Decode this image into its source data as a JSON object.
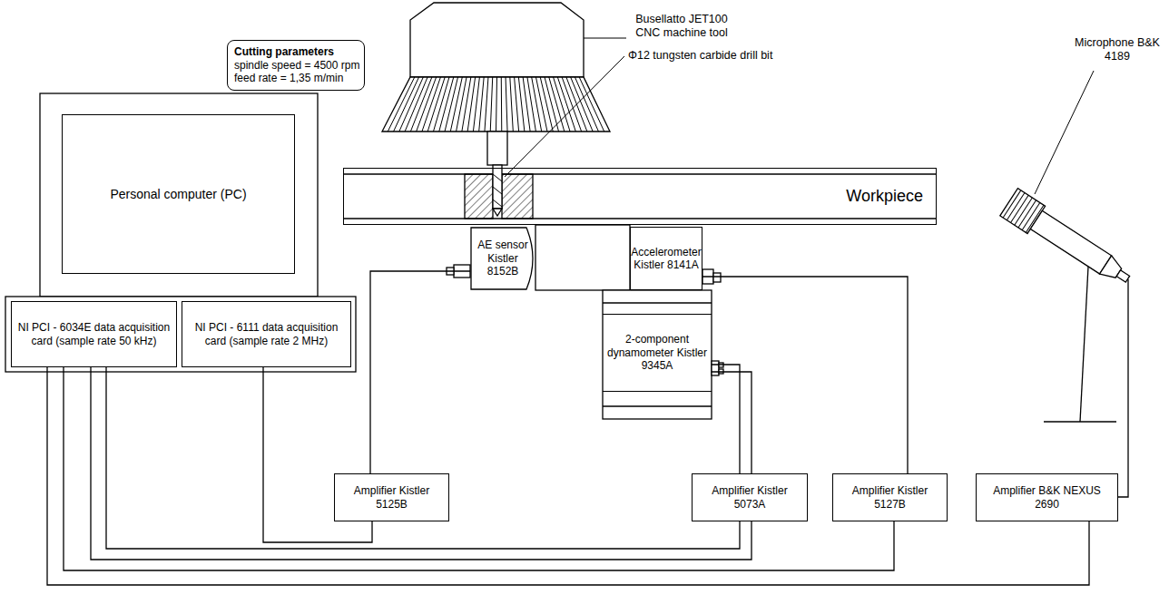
{
  "diagram": {
    "nodes": [
      {
        "text": [
          "Personal computer (PC)"
        ]
      },
      {
        "text": [
          "NI PCI - 6034E data acquisition card (sample rate 50 kHz)"
        ]
      },
      {
        "text": [
          "NI PCI - 6111 data acquisition card (sample rate 2 MHz)"
        ]
      },
      {
        "text": [
          "Cutting parameters",
          "spindle speed = 4500 rpm",
          "feed rate = 1,35 m/min"
        ]
      },
      {
        "text": [
          "Workpiece"
        ]
      },
      {
        "text": [
          "AE sensor Kistler 8152B"
        ]
      },
      {
        "text": [
          "Accelerometer Kistler 8141A"
        ]
      },
      {
        "text": [
          "2-component dynamometer Kistler 9345A"
        ]
      },
      {
        "text": [
          "Amplifier Kistler 5125B"
        ]
      },
      {
        "text": [
          "Amplifier Kistler 5073A"
        ]
      },
      {
        "text": [
          "Amplifier Kistler 5127B"
        ]
      },
      {
        "text": [
          "Amplifier B&K NEXUS 2690"
        ]
      }
    ],
    "edges": [
      {
        "from": 5,
        "to": 8,
        "arrow": "none"
      },
      {
        "from": 8,
        "to": 2,
        "arrow": "none"
      },
      {
        "from": 7,
        "to": 9,
        "arrow": "none"
      },
      {
        "from": 7,
        "to": 9,
        "arrow": "none"
      },
      {
        "from": 9,
        "to": 1,
        "arrow": "none"
      },
      {
        "from": 9,
        "to": 1,
        "arrow": "none"
      },
      {
        "from": 6,
        "to": 10,
        "arrow": "none"
      },
      {
        "from": 10,
        "to": 1,
        "arrow": "none"
      },
      {
        "from": 11,
        "to": 1,
        "arrow": "none"
      }
    ],
    "labels": [
      "Busellatto JET100 CNC machine tool",
      "Φ12 tungsten carbide drill bit",
      "Microphone B&K 4189"
    ]
  }
}
